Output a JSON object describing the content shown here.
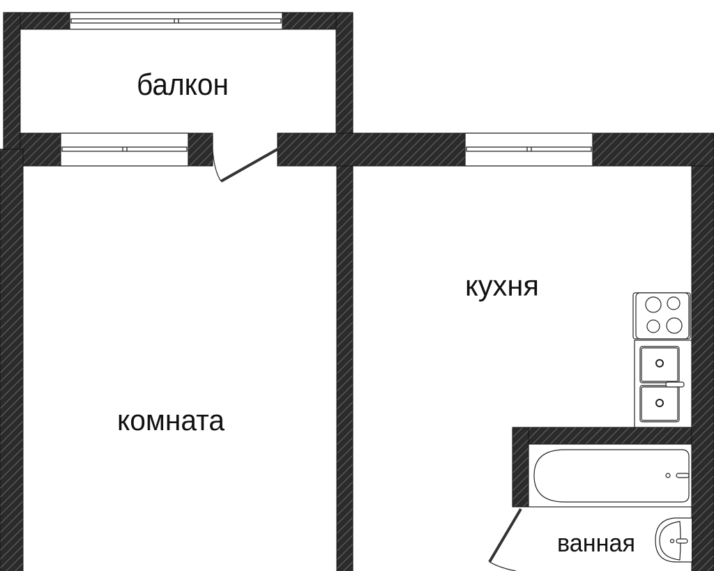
{
  "plan": {
    "rooms": {
      "balcony": "балкон",
      "room": "комната",
      "kitchen": "кухня",
      "bathroom": "ванная"
    },
    "colors": {
      "wall": "#2b2b2b",
      "hatch": "#6a6a6a",
      "line": "#222222",
      "background": "#ffffff"
    }
  }
}
